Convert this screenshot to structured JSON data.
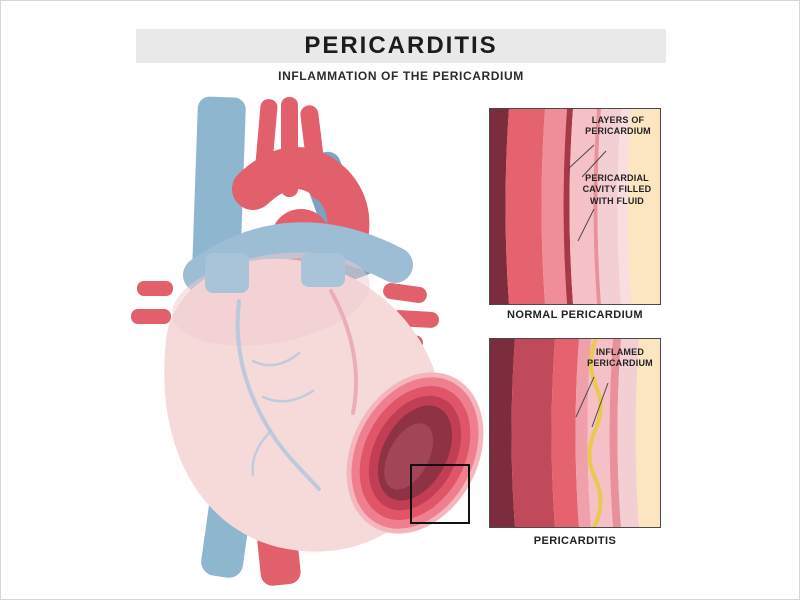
{
  "title": "PERICARDITIS",
  "subtitle": "INFLAMMATION OF THE PERICARDIUM",
  "panels": {
    "normal": {
      "caption": "NORMAL PERICARDIUM",
      "label_layers": "LAYERS OF PERICARDIUM",
      "label_cavity": "PERICARDIAL CAVITY FILLED WITH FLUID"
    },
    "inflamed": {
      "caption": "PERICARDITIS",
      "label_inflamed": "INFLAMED PERICARDIUM"
    }
  },
  "illustration": {
    "heart": "heart-anterior-view",
    "highlight": "inflamed-region-zoom-box"
  },
  "colors": {
    "title_bar_bg": "#e9e9e9",
    "heart_pink": "#f6dada",
    "artery_red": "#e25f6c",
    "vein_blue": "#8fb6cf",
    "inflamed_maroon": "#8e3244",
    "pericardium_cream": "#fce6c2",
    "fluid_yellow": "#e9c94e"
  }
}
